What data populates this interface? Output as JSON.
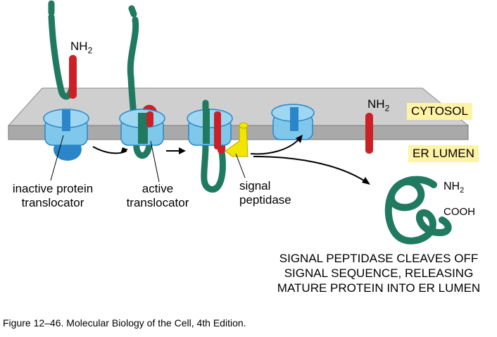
{
  "labels": {
    "nh2": "NH",
    "sub2": "2",
    "cooh": "COOH",
    "cytosol": "CYTOSOL",
    "er_lumen": "ER LUMEN",
    "inactive_line1": "inactive protein",
    "inactive_line2": "translocator",
    "active_line1": "active",
    "active_line2": "translocator",
    "signal_line1": "signal",
    "signal_line2": "peptidase"
  },
  "caption": {
    "line1": "SIGNAL PEPTIDASE CLEAVES OFF",
    "line2": "SIGNAL SEQUENCE, RELEASING",
    "line3": "MATURE PROTEIN INTO ER LUMEN"
  },
  "figure_caption": "Figure 12–46. Molecular Biology of the Cell, 4th Edition.",
  "colors": {
    "membrane": "#bdbdbd",
    "membrane_edge": "#8a8a8a",
    "chain": "#1f7a5f",
    "signal_seq": "#cc2027",
    "translocator": "#7fc8ec",
    "translocator_dark": "#2a86c9",
    "peptidase": "#f2e500",
    "label_bg": "#fff3a6"
  }
}
